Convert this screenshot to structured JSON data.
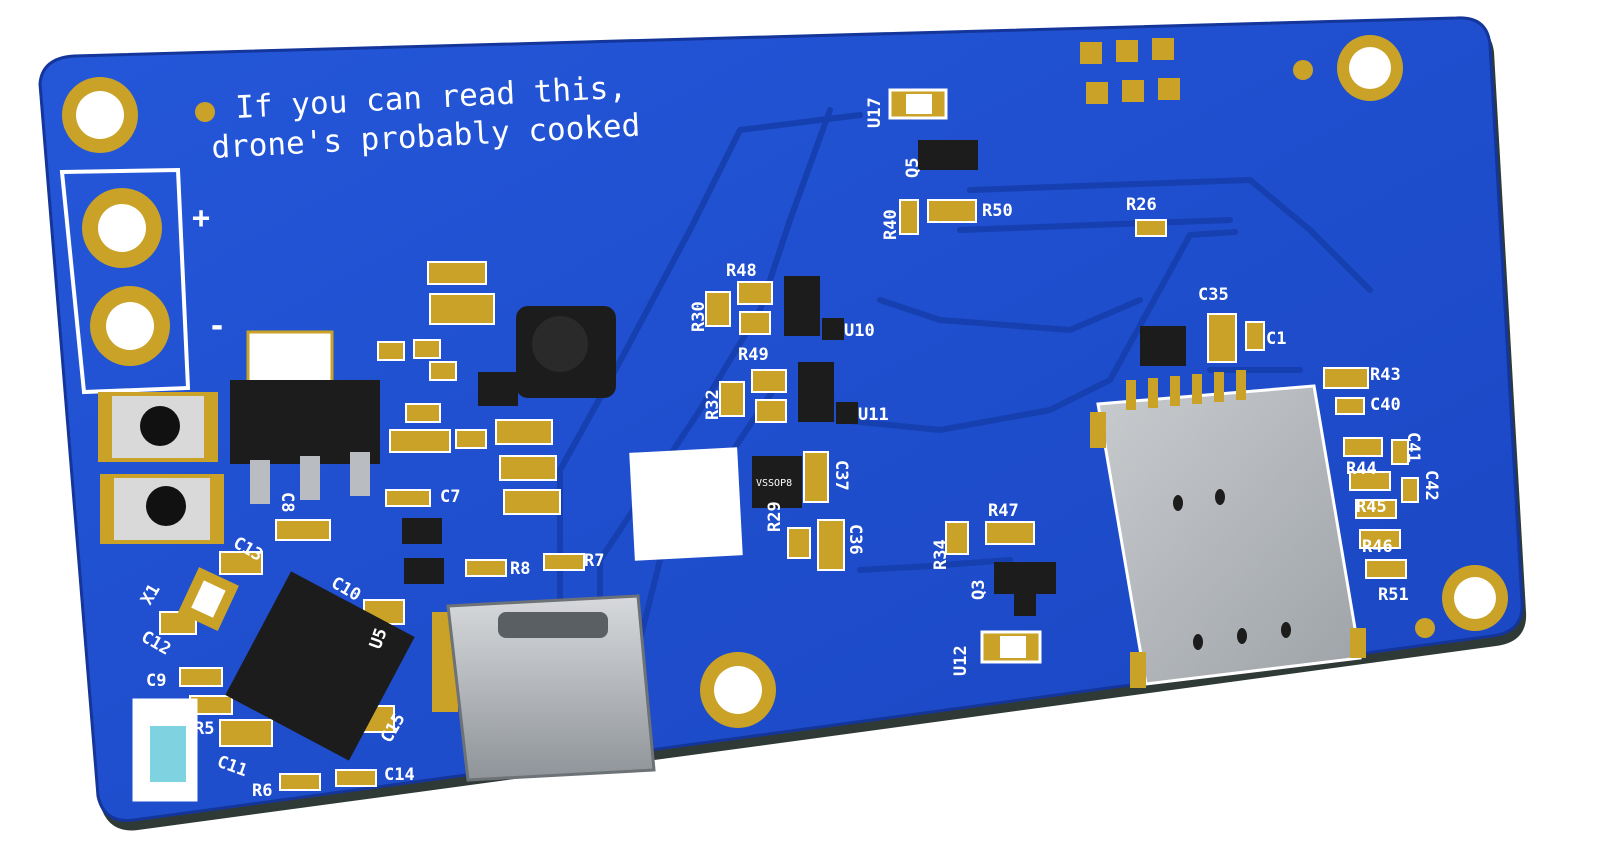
{
  "board": {
    "message_line1": "If you can read this,",
    "message_line2": "drone's probably cooked",
    "plus": "+",
    "minus": "-",
    "refs": [
      "U17",
      "Q5",
      "R40",
      "R50",
      "R26",
      "R48",
      "R30",
      "U10",
      "C35",
      "C1",
      "R49",
      "R32",
      "U11",
      "R43",
      "C40",
      "C41",
      "C42",
      "R44",
      "R45",
      "R46",
      "R51",
      "C37",
      "C36",
      "R29",
      "R34",
      "R47",
      "Q3",
      "U12",
      "C7",
      "C8",
      "R8",
      "R7",
      "C13",
      "X1",
      "C10",
      "C12",
      "C9",
      "U5",
      "R5",
      "C15",
      "C11",
      "R6",
      "C14"
    ],
    "chip_markings": {
      "ic_ssop": "VSSOP8"
    }
  },
  "colors": {
    "soldermask": "#1f4fd1",
    "soldermask_edge": "#14359a",
    "board_side": "#2f3a36",
    "silkscreen": "#ffffff",
    "copper_pad": "#c9a227",
    "ic_body": "#1c1c1c",
    "metal": "#b9bdc2"
  }
}
